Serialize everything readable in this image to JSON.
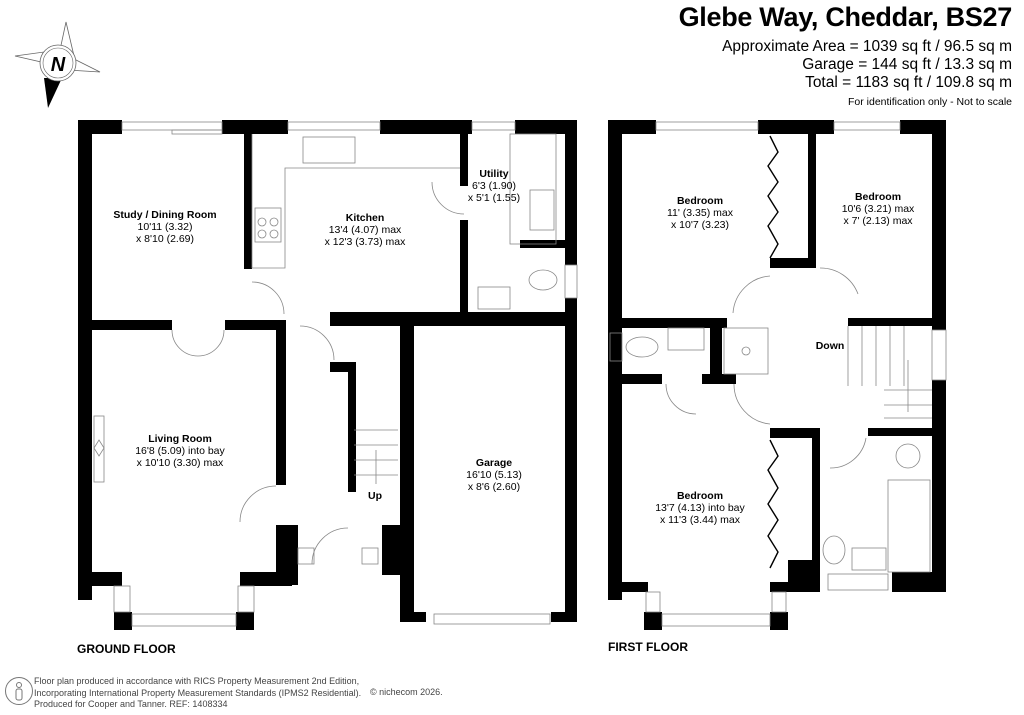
{
  "header": {
    "title": "Glebe Way, Cheddar, BS27",
    "areas": [
      "Approximate Area = 1039 sq ft / 96.5 sq m",
      "Garage = 144 sq ft / 13.3 sq m",
      "Total = 1183 sq ft / 109.8 sq m"
    ],
    "note": "For identification only - Not to scale"
  },
  "compass": {
    "label": "N",
    "icon": "north-arrow-icon"
  },
  "ground_floor": {
    "label": "GROUND FLOOR",
    "rooms": [
      {
        "name": "Study / Dining Room",
        "dim1": "10'11 (3.32)",
        "dim2": "x 8'10 (2.69)"
      },
      {
        "name": "Kitchen",
        "dim1": "13'4 (4.07) max",
        "dim2": "x 12'3 (3.73) max"
      },
      {
        "name": "Utility",
        "dim1": "6'3 (1.90)",
        "dim2": "x 5'1 (1.55)"
      },
      {
        "name": "Living Room",
        "dim1": "16'8 (5.09) into bay",
        "dim2": "x 10'10 (3.30) max"
      },
      {
        "name": "Garage",
        "dim1": "16'10 (5.13)",
        "dim2": "x 8'6 (2.60)"
      }
    ],
    "stairs_label": "Up"
  },
  "first_floor": {
    "label": "FIRST FLOOR",
    "rooms": [
      {
        "name": "Bedroom",
        "dim1": "11' (3.35) max",
        "dim2": "x 10'7 (3.23)"
      },
      {
        "name": "Bedroom",
        "dim1": "10'6 (3.21) max",
        "dim2": "x 7' (2.13) max"
      },
      {
        "name": "Bedroom",
        "dim1": "13'7 (4.13) into bay",
        "dim2": "x 11'3 (3.44) max"
      }
    ],
    "stairs_label": "Down"
  },
  "footer": {
    "lines": [
      "Floor plan produced in accordance with RICS Property Measurement 2nd Edition,",
      "Incorporating International Property Measurement Standards (IPMS2 Residential).",
      "Produced for Cooper and Tanner.   REF:  1408334"
    ],
    "copyright": "© nichecom 2026."
  }
}
